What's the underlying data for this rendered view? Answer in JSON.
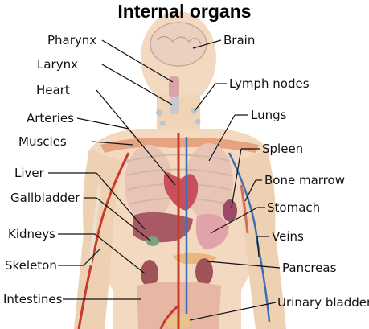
{
  "title": "Internal organs",
  "labels": {
    "pharynx": "Pharynx",
    "larynx": "Larynx",
    "heart": "Heart",
    "arteries": "Arteries",
    "muscles": "Muscles",
    "liver": "Liver",
    "gallbladder": "Gallbladder",
    "kidneys": "Kidneys",
    "skeleton": "Skeleton",
    "intestines": "Intestines",
    "brain": "Brain",
    "lymph_nodes": "Lymph nodes",
    "lungs": "Lungs",
    "spleen": "Spleen",
    "bone_marrow": "Bone marrow",
    "stomach": "Stomach",
    "veins": "Veins",
    "pancreas": "Pancreas",
    "urinary_bladder": "Urinary bladder"
  },
  "colors": {
    "skin": "#f3d9bf",
    "artery": "#c83a2c",
    "vein": "#3d6fb6",
    "muscle": "#d9715a",
    "organ": "#d88f97",
    "leader_line": "#111111"
  }
}
